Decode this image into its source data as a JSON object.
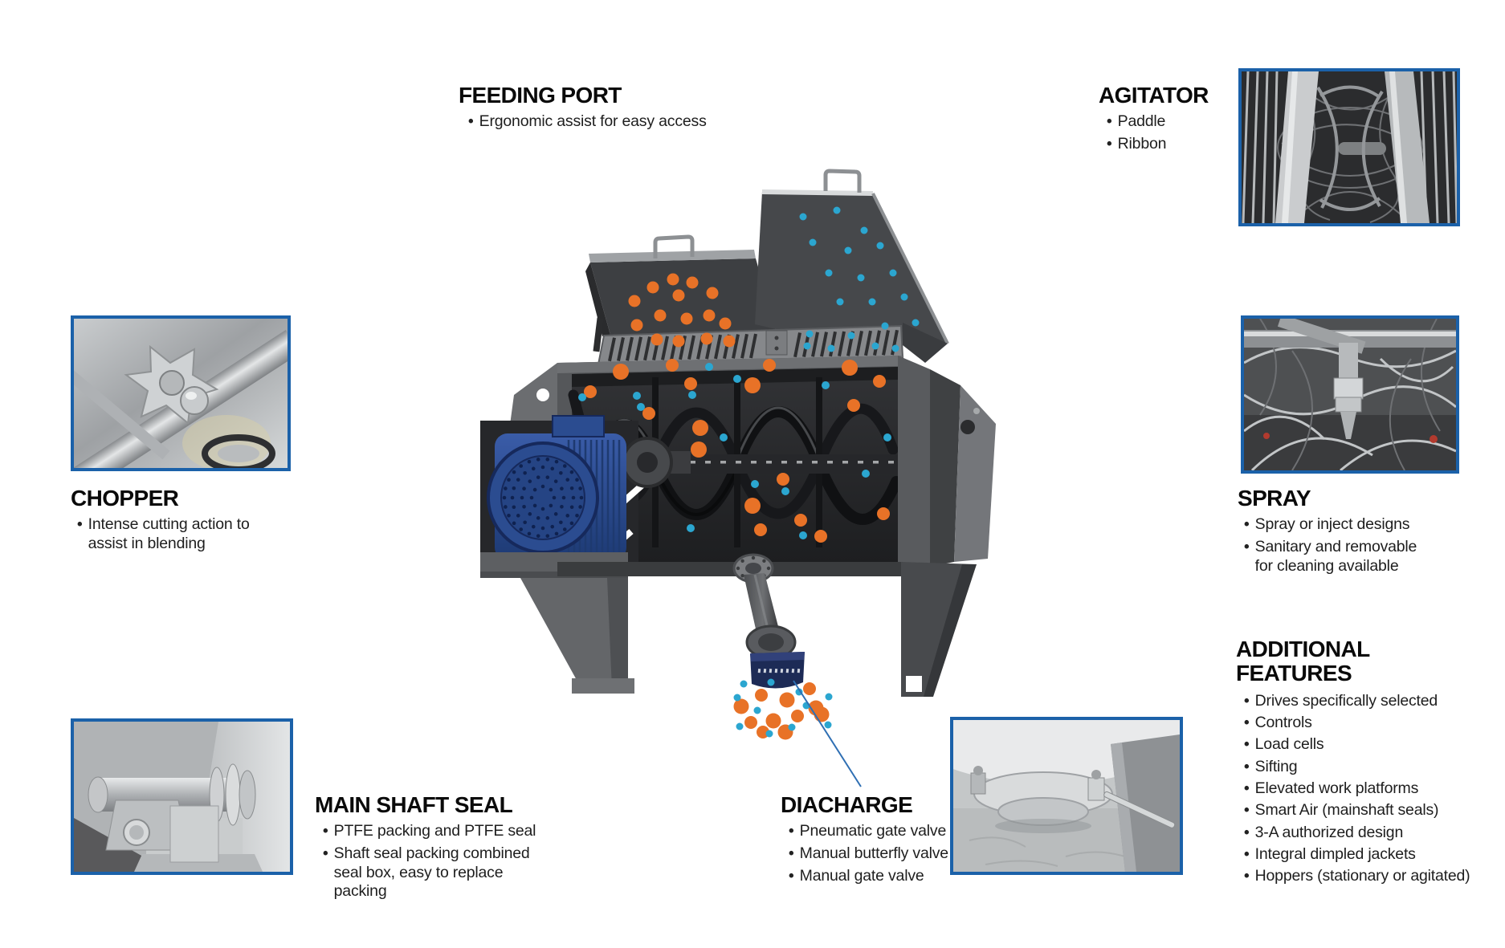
{
  "palette": {
    "photo_border": "#1b61a9",
    "orange_particle": "#e87227",
    "blue_particle": "#2ba6d0",
    "callout_line": "#2f6fb3",
    "motor_blue": "#2b4c90",
    "body_grey": "#55575a",
    "heading_color": "#0a0a0a"
  },
  "sections": {
    "feeding_port": {
      "title": "FEEDING PORT",
      "bullets": [
        "Ergonomic assist for easy access"
      ]
    },
    "agitator": {
      "title": "AGITATOR",
      "bullets": [
        "Paddle",
        "Ribbon"
      ]
    },
    "chopper": {
      "title": "CHOPPER",
      "bullets": [
        [
          "Intense cutting action to",
          "assist in blending"
        ]
      ]
    },
    "spray": {
      "title": "SPRAY",
      "bullets": [
        "Spray or inject designs",
        [
          "Sanitary and removable",
          "for cleaning available"
        ]
      ]
    },
    "main_shaft_seal": {
      "title": "MAIN SHAFT SEAL",
      "bullets": [
        "PTFE packing and PTFE seal",
        [
          "Shaft seal packing combined",
          "seal box, easy to replace packing"
        ]
      ]
    },
    "discharge": {
      "title": "DIACHARGE",
      "bullets": [
        "Pneumatic gate valve",
        "Manual butterfly valve",
        "Manual gate valve"
      ]
    },
    "additional_features": {
      "title": "ADDITIONAL FEATURES",
      "bullets": [
        "Drives specifically selected",
        "Controls",
        "Load cells",
        "Sifting",
        "Elevated work platforms",
        "Smart Air (mainshaft seals)",
        "3-A authorized design",
        "Integral dimpled jackets",
        "Hoppers (stationary or agitated)"
      ]
    }
  }
}
